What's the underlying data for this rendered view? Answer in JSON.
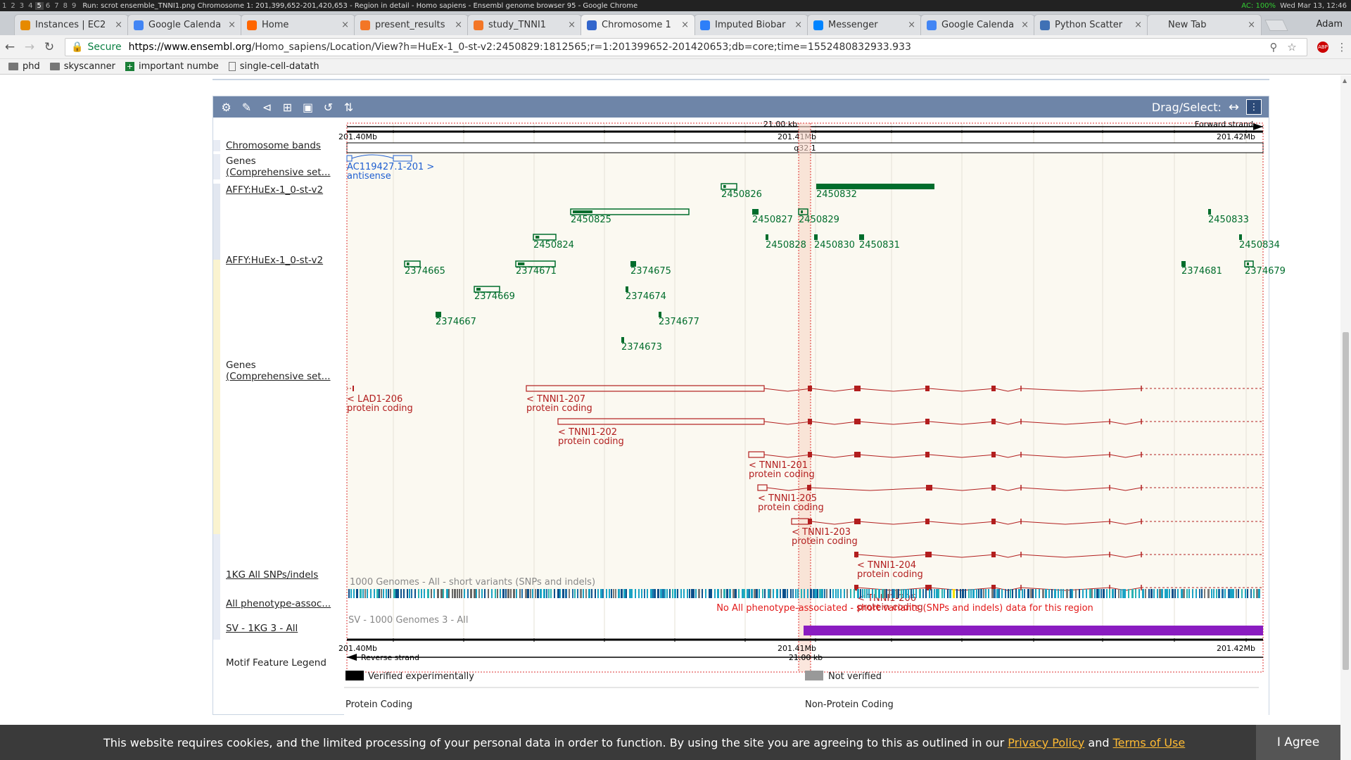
{
  "system": {
    "workspaces": [
      "1",
      "2",
      "3",
      "4",
      "5",
      "6",
      "7",
      "8",
      "9"
    ],
    "window_title": "Run: scrot ensemble_TNNI1.png  Chromosome 1: 201,399,652-201,420,653 - Region in detail - Homo sapiens - Ensembl genome browser 95 - Google Chrome",
    "battery": "AC: 100%",
    "clock": "Wed Mar 13, 12:46"
  },
  "tabs": [
    {
      "label": "Instances | EC2",
      "fav": "#e68a00"
    },
    {
      "label": "Google Calenda",
      "fav": "#4285f4"
    },
    {
      "label": "Home",
      "fav": "#ff6600"
    },
    {
      "label": "present_results",
      "fav": "#f37626"
    },
    {
      "label": "study_TNNI1",
      "fav": "#f37626"
    },
    {
      "label": "Chromosome 1",
      "fav": "#3366cc"
    },
    {
      "label": "Imputed Biobar",
      "fav": "#2d7ff9"
    },
    {
      "label": "Messenger",
      "fav": "#0084ff"
    },
    {
      "label": "Google Calenda",
      "fav": "#4285f4"
    },
    {
      "label": "Python Scatter",
      "fav": "#3f71b5"
    },
    {
      "label": "New Tab",
      "fav": ""
    }
  ],
  "user_name": "Adam",
  "omnibox": {
    "secure_label": "Secure",
    "url_host": "https://www.ensembl.org",
    "url_path": "/Homo_sapiens/Location/View?h=HuEx-1_0-st-v2:2450829:1812565;r=1:201399652-201420653;db=core;time=1552480832933.933"
  },
  "bookmarks": [
    {
      "label": "phd",
      "type": "folder"
    },
    {
      "label": "skyscanner",
      "type": "folder"
    },
    {
      "label": "important numbe",
      "type": "green"
    },
    {
      "label": "single-cell-datath",
      "type": "doc"
    }
  ],
  "panel": {
    "drag_select_label": "Drag/Select:",
    "track_labels": {
      "bands": "Chromosome bands",
      "genes_top_1": "Genes",
      "genes_top_2": "(Comprehensive set...",
      "affy_fwd": "AFFY:HuEx-1_0-st-v2",
      "affy_rev": "AFFY:HuEx-1_0-st-v2",
      "genes_bot_1": "Genes",
      "genes_bot_2": "(Comprehensive set...",
      "snps": "1KG All SNPs/indels",
      "pheno": "All phenotype-assoc...",
      "sv": "SV - 1KG 3 - All",
      "motif": "Motif Feature Legend"
    },
    "scale": {
      "length": "21.00 kb",
      "forward": "Forward strand",
      "reverse": "Reverse strand",
      "tick_left": "201.40Mb",
      "tick_mid": "201.41Mb",
      "tick_right": "201.42Mb",
      "band": "q32.1"
    },
    "fwd_gene": {
      "name": "AC119427.1-201 >",
      "biotype": "antisense"
    },
    "probes_fwd": [
      {
        "id": "2450826"
      },
      {
        "id": "2450832"
      },
      {
        "id": "2450825"
      },
      {
        "id": "2450827"
      },
      {
        "id": "2450829"
      },
      {
        "id": "2450833"
      },
      {
        "id": "2450824"
      },
      {
        "id": "2450828"
      },
      {
        "id": "2450830"
      },
      {
        "id": "2450831"
      },
      {
        "id": "2450834"
      }
    ],
    "probes_rev": [
      {
        "id": "2374665"
      },
      {
        "id": "2374671"
      },
      {
        "id": "2374675"
      },
      {
        "id": "2374679"
      },
      {
        "id": "2374681"
      },
      {
        "id": "2374669"
      },
      {
        "id": "2374674"
      },
      {
        "id": "2374667"
      },
      {
        "id": "2374677"
      },
      {
        "id": "2374673"
      }
    ],
    "rev_genes": [
      {
        "name": "< LAD1-206",
        "biotype": "protein coding"
      },
      {
        "name": "< TNNI1-207",
        "biotype": "protein coding"
      },
      {
        "name": "< TNNI1-202",
        "biotype": "protein coding"
      },
      {
        "name": "< TNNI1-201",
        "biotype": "protein coding"
      },
      {
        "name": "< TNNI1-205",
        "biotype": "protein coding"
      },
      {
        "name": "< TNNI1-203",
        "biotype": "protein coding"
      },
      {
        "name": "< TNNI1-204",
        "biotype": "protein coding"
      },
      {
        "name": "< TNNI1-206",
        "biotype": "protein coding"
      }
    ],
    "snp_caption": "1000 Genomes - All - short variants (SNPs and indels)",
    "pheno_message": "No All phenotype-associated - short variants (SNPs and indels) data for this region",
    "sv_caption": "SV - 1000 Genomes 3 - All",
    "legend": {
      "verified": "Verified experimentally",
      "not_verified": "Not verified",
      "protein": "Protein Coding",
      "non_protein": "Non-Protein Coding"
    }
  },
  "cookie": {
    "message": "This website requires cookies, and the limited processing of your personal data in order to function. By using the site you are agreeing to this as outlined in our",
    "privacy": "Privacy Policy",
    "and": "and",
    "terms": "Terms of Use",
    "agree": "I Agree"
  },
  "colors": {
    "probe": "#006d2c",
    "gene_rev": "#b21e1e",
    "gene_fwd": "#1f5fd1",
    "sv": "#8a1cc1",
    "panel_header": "#6e85a8"
  }
}
